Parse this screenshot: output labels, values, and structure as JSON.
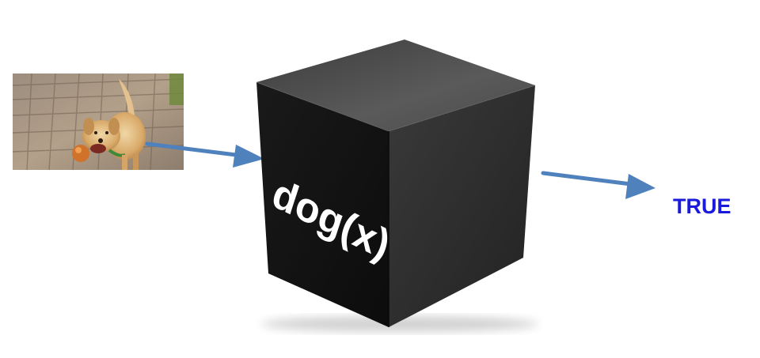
{
  "diagram": {
    "input": {
      "image": "golden-retriever-photo"
    },
    "box": {
      "label": "dog(x)"
    },
    "output": {
      "label": "TRUE"
    }
  },
  "colors": {
    "arrow": "#4F81BD",
    "output_text": "#1A1ADC",
    "box_front": "#121212",
    "box_right": "#2c2c2c",
    "box_top": "#555555"
  }
}
